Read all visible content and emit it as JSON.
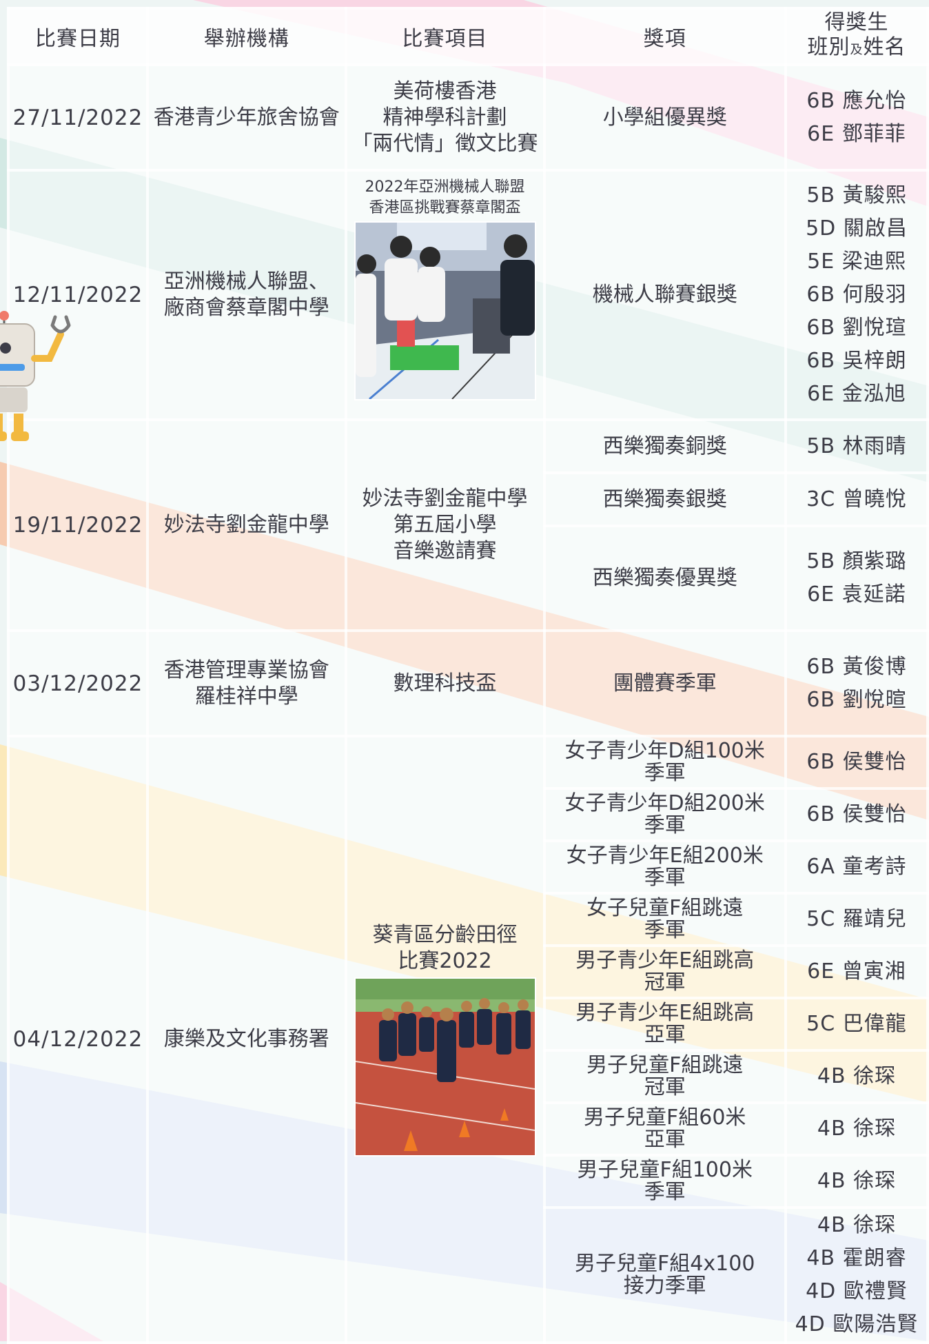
{
  "headers": {
    "date": "比賽日期",
    "organizer": "舉辦機構",
    "event": "比賽項目",
    "award": "獎項",
    "winner_line1": "得獎生",
    "winner_line2_a": "班別",
    "winner_line2_small": "及",
    "winner_line2_b": "姓名"
  },
  "rows": [
    {
      "date": "27/11/2022",
      "organizer": "香港青少年旅舍協會",
      "event": [
        "美荷樓香港",
        "精神學科計劃",
        "「兩代情」徵文比賽"
      ],
      "awards": [
        {
          "label": [
            "小學組優異獎"
          ],
          "names": [
            "6B 應允怡",
            "6E 鄧菲菲"
          ]
        }
      ]
    },
    {
      "date": "12/11/2022",
      "organizer": [
        "亞洲機械人聯盟、",
        "廠商會蔡章閣中學"
      ],
      "event": [
        "2022年亞洲機械人聯盟",
        "香港區挑戰賽蔡章閣盃"
      ],
      "photo": "robot-competition-photo",
      "awards": [
        {
          "label": [
            "機械人聯賽銀獎"
          ],
          "names": [
            "5B 黃駿熙",
            "5D 關啟昌",
            "5E 梁迪熙",
            "6B 何殷羽",
            "6B 劉悅瑄",
            "6B 吳梓朗",
            "6E 金泓旭"
          ]
        }
      ]
    },
    {
      "date": "19/11/2022",
      "organizer": "妙法寺劉金龍中學",
      "event": [
        "妙法寺劉金龍中學",
        "第五屆小學",
        "音樂邀請賽"
      ],
      "awards": [
        {
          "label": [
            "西樂獨奏銅獎"
          ],
          "names": [
            "5B 林雨晴"
          ]
        },
        {
          "label": [
            "西樂獨奏銀獎"
          ],
          "names": [
            "3C 曾曉悅"
          ]
        },
        {
          "label": [
            "西樂獨奏優異獎"
          ],
          "names": [
            "5B 顏紫璐",
            "6E 袁延諾"
          ]
        }
      ]
    },
    {
      "date": "03/12/2022",
      "organizer": [
        "香港管理專業協會",
        "羅桂祥中學"
      ],
      "event": [
        "數理科技盃"
      ],
      "awards": [
        {
          "label": [
            "團體賽季軍"
          ],
          "names": [
            "6B 黃俊博",
            "6B 劉悅暄"
          ]
        }
      ]
    },
    {
      "date": "04/12/2022",
      "organizer": "康樂及文化事務署",
      "event": [
        "葵青區分齡田徑",
        "比賽2022"
      ],
      "photo": "athletics-photo",
      "awards": [
        {
          "label": [
            "女子青少年D組100米",
            "季軍"
          ],
          "names": [
            "6B 侯雙怡"
          ]
        },
        {
          "label": [
            "女子青少年D組200米",
            "季軍"
          ],
          "names": [
            "6B 侯雙怡"
          ]
        },
        {
          "label": [
            "女子青少年E組200米",
            "季軍"
          ],
          "names": [
            "6A 童考詩"
          ]
        },
        {
          "label": [
            "女子兒童F組跳遠",
            "季軍"
          ],
          "names": [
            "5C 羅靖兒"
          ]
        },
        {
          "label": [
            "男子青少年E組跳高",
            "冠軍"
          ],
          "names": [
            "6E 曾寅湘"
          ]
        },
        {
          "label": [
            "男子青少年E組跳高",
            "亞軍"
          ],
          "names": [
            "5C 巴偉龍"
          ]
        },
        {
          "label": [
            "男子兒童F組跳遠",
            "冠軍"
          ],
          "names": [
            "4B 徐琛"
          ]
        },
        {
          "label": [
            "男子兒童F組60米",
            "亞軍"
          ],
          "names": [
            "4B 徐琛"
          ]
        },
        {
          "label": [
            "男子兒童F組100米",
            "季軍"
          ],
          "names": [
            "4B 徐琛"
          ]
        },
        {
          "label": [
            "男子兒童F組4x100",
            "接力季軍"
          ],
          "names": [
            "4B 徐琛",
            "4B 霍朗睿",
            "4D 歐禮賢",
            "4D 歐陽浩賢"
          ]
        }
      ]
    }
  ]
}
